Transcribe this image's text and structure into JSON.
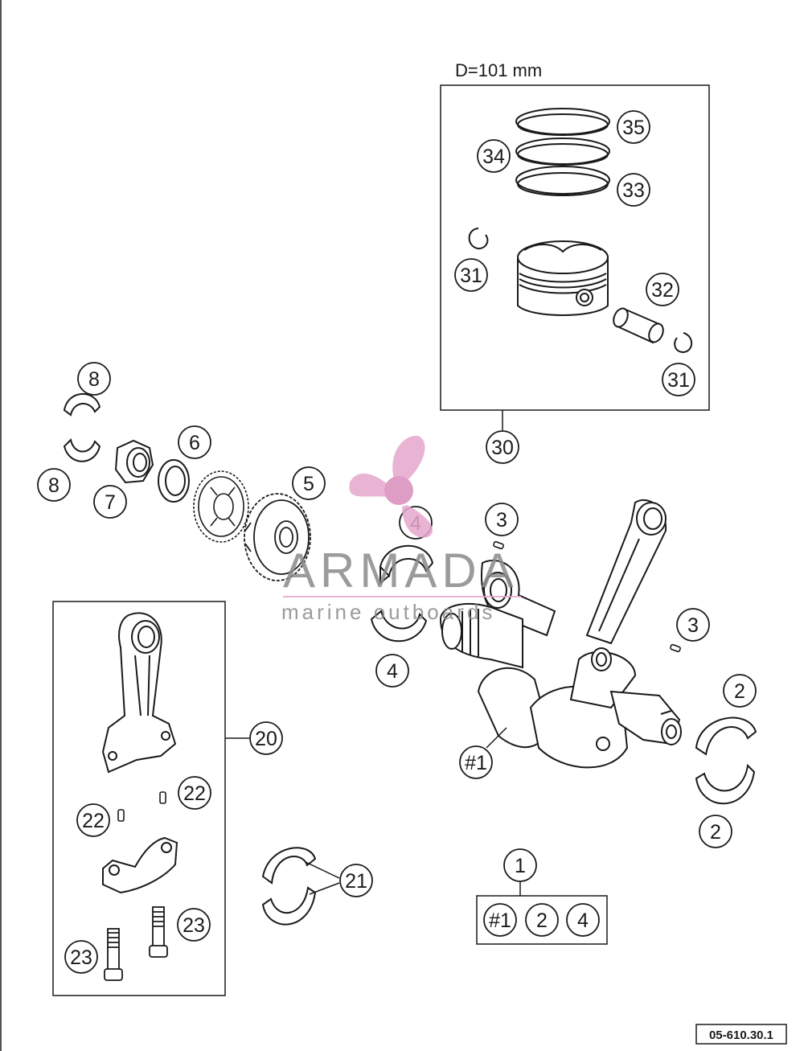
{
  "header": {
    "dimension_note": "D=101 mm"
  },
  "footer": {
    "drawing_number": "05-610.30.1"
  },
  "watermark": {
    "brand": "ARMADA",
    "tagline": "marine outboards",
    "colors": {
      "logo": "#e6a8cc",
      "text": "#8a8a8a"
    }
  },
  "colors": {
    "line": "#1a1a1a",
    "part_fill": "#ffffff",
    "shade": "#d9d9d9"
  },
  "callouts": {
    "c35": "35",
    "c34": "34",
    "c33": "33",
    "c31a": "31",
    "c32": "32",
    "c31b": "31",
    "c30": "30",
    "c8a": "8",
    "c8b": "8",
    "c7": "7",
    "c6": "6",
    "c5": "5",
    "c4a": "4",
    "c4b": "4",
    "c3a": "3",
    "c3b": "3",
    "c2a": "2",
    "c2b": "2",
    "crank": "#1",
    "c20": "20",
    "c22a": "22",
    "c22b": "22",
    "c23a": "23",
    "c23b": "23",
    "c21": "21",
    "c1": "1",
    "kit_a": "#1",
    "kit_b": "2",
    "kit_c": "4"
  }
}
